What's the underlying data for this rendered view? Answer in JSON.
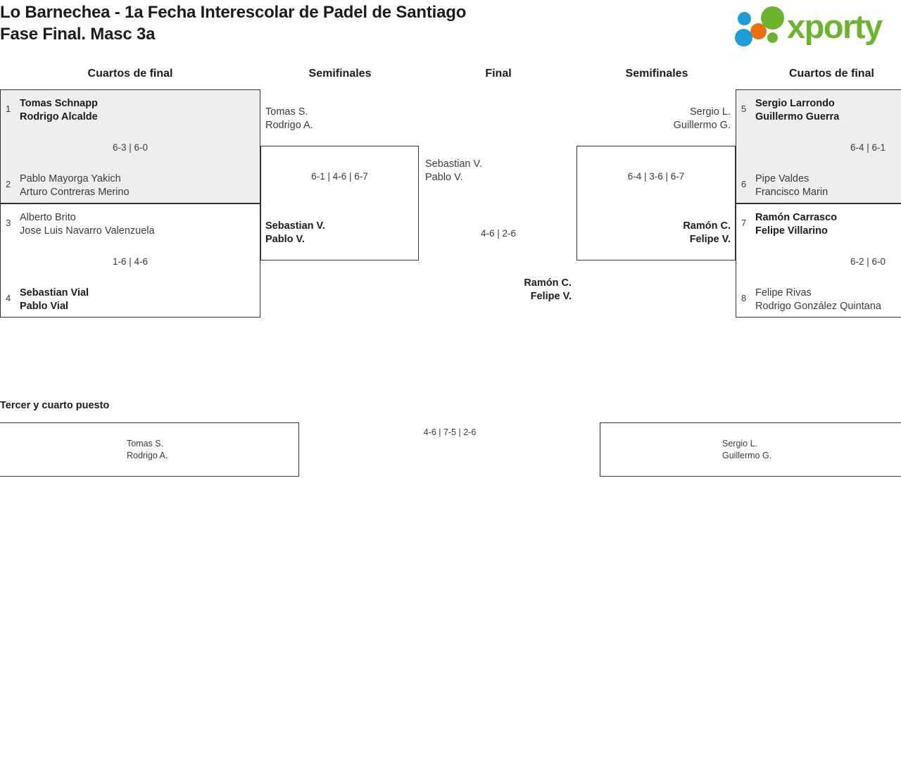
{
  "header": {
    "title": "Lo Barnechea - 1a Fecha Interescolar de Padel de Santiago\nFase Final. Masc 3a",
    "logo_text": "xporty",
    "logo_colors": {
      "green": "#6cb42c",
      "blue": "#1f9bd8",
      "orange": "#e8700d"
    }
  },
  "rounds": {
    "qf_left": "Cuartos de final",
    "sf_left": "Semifinales",
    "final": "Final",
    "sf_right": "Semifinales",
    "qf_right": "Cuartos de final"
  },
  "bracket": {
    "qf_left": [
      {
        "top": {
          "seed": "1",
          "names": "Tomas Schnapp\nRodrigo Alcalde",
          "winner": true
        },
        "bottom": {
          "seed": "2",
          "names": "Pablo Mayorga Yakich\nArturo Contreras Merino",
          "winner": false
        },
        "score": "6-3 | 6-0",
        "shaded": true
      },
      {
        "top": {
          "seed": "3",
          "names": "Alberto Brito\nJose Luis Navarro Valenzuela",
          "winner": false
        },
        "bottom": {
          "seed": "4",
          "names": "Sebastian Vial\nPablo Vial",
          "winner": true
        },
        "score": "1-6 | 4-6",
        "shaded": false
      }
    ],
    "qf_right": [
      {
        "top": {
          "seed": "5",
          "names": "Sergio Larrondo\nGuillermo Guerra",
          "winner": true
        },
        "bottom": {
          "seed": "6",
          "names": "Pipe Valdes\nFrancisco Marin",
          "winner": false
        },
        "score": "6-4 | 6-1",
        "shaded": true
      },
      {
        "top": {
          "seed": "7",
          "names": "Ramón Carrasco\nFelipe Villarino",
          "winner": true
        },
        "bottom": {
          "seed": "8",
          "names": "Felipe Rivas\nRodrigo González Quintana",
          "winner": false
        },
        "score": "6-2 | 6-0",
        "shaded": false
      }
    ],
    "sf_left": {
      "top": {
        "names": "Tomas S.\nRodrigo A.",
        "winner": false
      },
      "bottom": {
        "names": "Sebastian V.\nPablo V.",
        "winner": true
      },
      "score": "6-1 | 4-6 | 6-7"
    },
    "sf_right": {
      "top": {
        "names": "Sergio L.\nGuillermo G.",
        "winner": false
      },
      "bottom": {
        "names": "Ramón C.\nFelipe V.",
        "winner": true
      },
      "score": "6-4 | 3-6 | 6-7"
    },
    "final": {
      "left": {
        "names": "Sebastian V.\nPablo V.",
        "winner": false
      },
      "right": {
        "names": "Ramón C.\nFelipe V.",
        "winner": true
      },
      "score": "4-6 | 2-6"
    }
  },
  "third_place": {
    "title": "Tercer y cuarto puesto",
    "left": {
      "names": "Tomas S.\nRodrigo A."
    },
    "right": {
      "names": "Sergio L.\nGuillermo G."
    },
    "score": "4-6 | 7-5 | 2-6"
  }
}
